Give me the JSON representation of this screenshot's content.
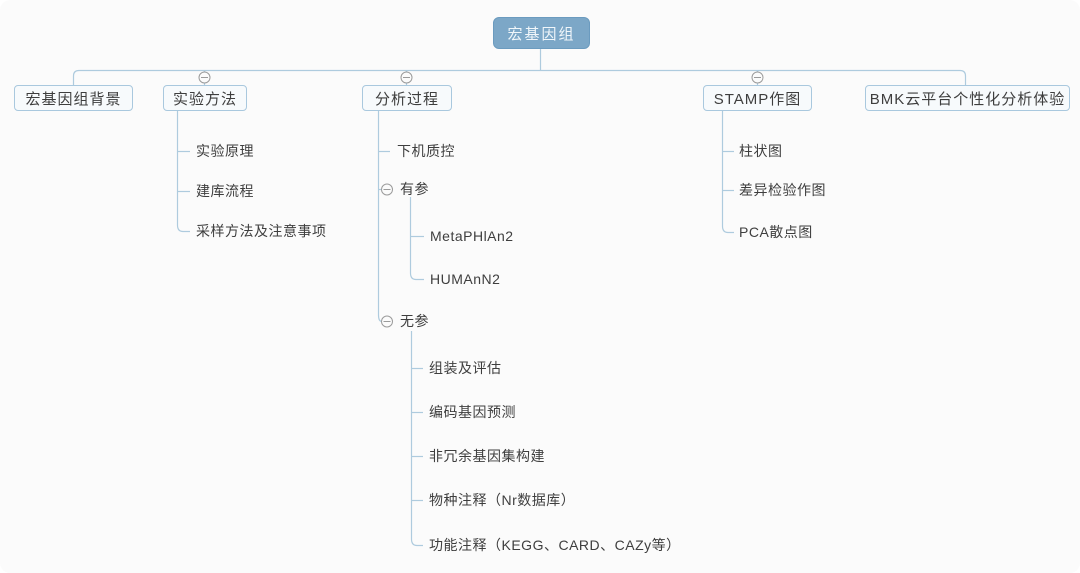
{
  "mindmap": {
    "root": {
      "label": "宏基因组"
    },
    "branches": [
      {
        "label": "宏基因组背景",
        "children": []
      },
      {
        "label": "实验方法",
        "collapsible": true,
        "children": [
          {
            "label": "实验原理"
          },
          {
            "label": "建库流程"
          },
          {
            "label": "采样方法及注意事项"
          }
        ]
      },
      {
        "label": "分析过程",
        "collapsible": true,
        "children": [
          {
            "label": "下机质控"
          },
          {
            "label": "有参",
            "collapsible": true,
            "children": [
              {
                "label": "MetaPHlAn2"
              },
              {
                "label": "HUMAnN2"
              }
            ]
          },
          {
            "label": "无参",
            "collapsible": true,
            "children": [
              {
                "label": "组装及评估"
              },
              {
                "label": "编码基因预测"
              },
              {
                "label": "非冗余基因集构建"
              },
              {
                "label": "物种注释（Nr数据库）"
              },
              {
                "label": "功能注释（KEGG、CARD、CAZy等）"
              }
            ]
          }
        ]
      },
      {
        "label": "STAMP作图",
        "collapsible": true,
        "children": [
          {
            "label": "柱状图"
          },
          {
            "label": "差异检验作图"
          },
          {
            "label": "PCA散点图"
          }
        ]
      },
      {
        "label": "BMK云平台个性化分析体验",
        "children": []
      }
    ]
  },
  "colors": {
    "canvas_background": "#fbfbfb",
    "root_fill": "#7ca7c7",
    "root_text": "#f0f6fa",
    "node_fill": "#f7fafc",
    "node_border": "#a9c8de",
    "connector_line": "#aecbde",
    "topic_text": "#3e3e3e",
    "collapse_icon": "#9b9b9b"
  }
}
